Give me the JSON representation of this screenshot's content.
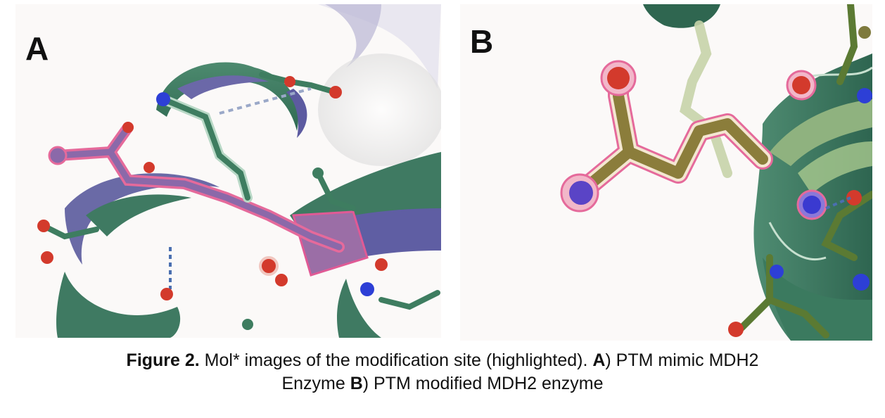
{
  "panels": [
    {
      "label": "A"
    },
    {
      "label": "B"
    }
  ],
  "caption": {
    "figure_label": "Figure 2.",
    "line1_text": " Mol* images of the modification site (highlighted). ",
    "panel_a_ref": "A",
    "line1_rest": ") PTM mimic MDH2",
    "line2_start": "Enzyme ",
    "panel_b_ref": "B",
    "line2_rest": ") PTM modified MDH2 enzyme"
  },
  "colors": {
    "ribbon_green": "#3f7a62",
    "ribbon_purple": "#6a6aa6",
    "highlight_pink": "#d9548f",
    "oxygen_red": "#d33a2c",
    "nitrogen_blue": "#2d3fd6",
    "carbon_olive": "#7e7a3d"
  }
}
